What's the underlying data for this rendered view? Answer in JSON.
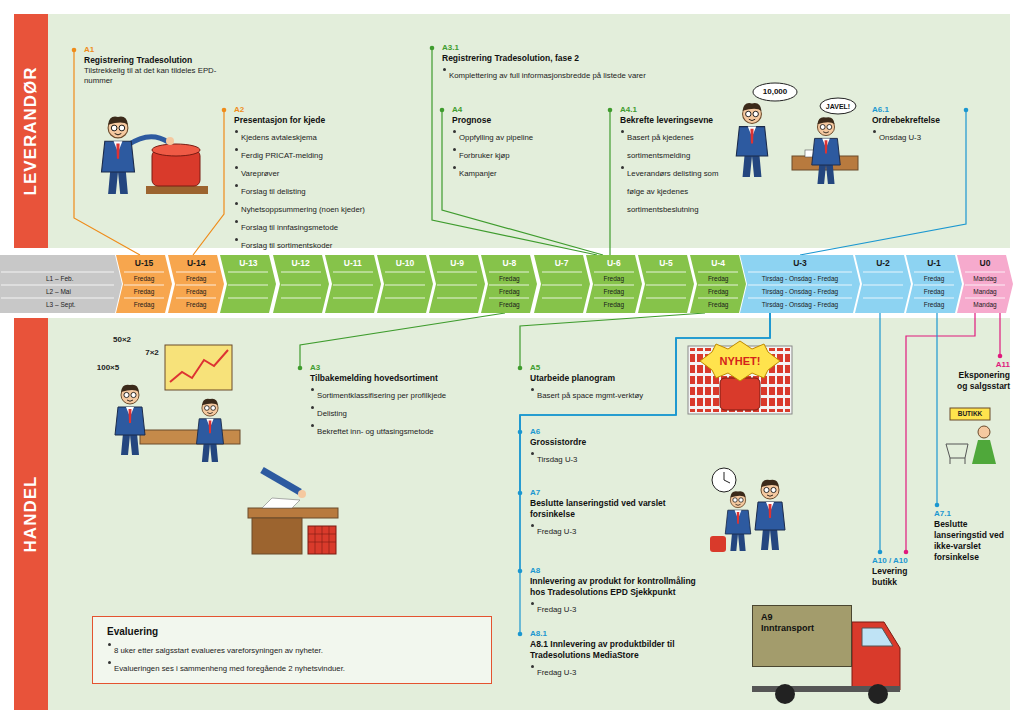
{
  "diagram": {
    "nodes": [
      {
        "text": [
          "LEVERANDØR"
        ]
      },
      {
        "text": [
          "A1",
          "Registrering Tradesolution",
          "Tilstrekkelig til at det kan tildeles EPD-nummer"
        ]
      },
      {
        "text": [
          "A2",
          "Presentasjon for kjede",
          "Kjedens avtaleskjema",
          "Ferdig PRICAT-melding",
          "Vareprøver",
          "Forslag til delisting",
          "Nyhetsoppsummering (noen kjeder)",
          "Forslag til innfasingsmetode",
          "Forslag til sortimentskoder"
        ]
      },
      {
        "text": [
          "A3.1",
          "Registrering Tradesolution, fase 2",
          "Komplettering av full informasjonsbredde på listede varer"
        ]
      },
      {
        "text": [
          "A4",
          "Prognose",
          "Oppfylling av pipeline",
          "Forbruker kjøp",
          "Kampanjer"
        ]
      },
      {
        "text": [
          "A4.1",
          "Bekrefte leveringsevne",
          "Basert på kjedenes sortimentsmelding",
          "Leverandørs delisting som følge av kjedenes sortimentsbeslutning"
        ]
      },
      {
        "text": [
          "A6.1",
          "Ordrebekreftelse",
          "Onsdag U-3"
        ]
      },
      {
        "text": [
          "L1 – Feb.",
          "L2 – Mai",
          "L3 – Sept."
        ]
      },
      {
        "text": [
          "U-15",
          "Fredag",
          "Fredag",
          "Fredag"
        ]
      },
      {
        "text": [
          "U-14",
          "Fredag",
          "Fredag",
          "Fredag"
        ]
      },
      {
        "text": [
          "U-13"
        ]
      },
      {
        "text": [
          "U-12"
        ]
      },
      {
        "text": [
          "U-11"
        ]
      },
      {
        "text": [
          "U-10"
        ]
      },
      {
        "text": [
          "U-9"
        ]
      },
      {
        "text": [
          "U-8",
          "Fredag",
          "Fredag",
          "Fredag"
        ]
      },
      {
        "text": [
          "U-7"
        ]
      },
      {
        "text": [
          "U-6",
          "Fredag",
          "Fredag",
          "Fredag"
        ]
      },
      {
        "text": [
          "U-5"
        ]
      },
      {
        "text": [
          "U-4",
          "Fredag",
          "Fredag",
          "Fredag"
        ]
      },
      {
        "text": [
          "U-3",
          "Tirsdag - Onsdag - Fredag",
          "Tirsdag - Onsdag - Fredag",
          "Tirsdag - Onsdag - Fredag"
        ]
      },
      {
        "text": [
          "U-2"
        ]
      },
      {
        "text": [
          "U-1",
          "Fredag",
          "Fredag",
          "Fredag"
        ]
      },
      {
        "text": [
          "U0",
          "Mandag",
          "Mandag",
          "Mandag"
        ]
      },
      {
        "text": [
          "HANDEL"
        ]
      },
      {
        "text": [
          "A3",
          "Tilbakemelding hovedsortiment",
          "Sortimentklassifisering per profilkjede",
          "Delisting",
          "Bekreftet inn- og utfasingsmetode"
        ]
      },
      {
        "text": [
          "A5",
          "Utarbeide planogram",
          "Basert på space mgmt-verktøy"
        ]
      },
      {
        "text": [
          "A11",
          "Eksponering og salgsstart"
        ]
      },
      {
        "text": [
          "A6",
          "Grossistordre",
          "Tirsdag U-3"
        ]
      },
      {
        "text": [
          "A7.1",
          "Beslutte lanseringstid ved ikke-varslet forsinkelse"
        ]
      },
      {
        "text": [
          "A7",
          "Beslutte lanseringstid ved varslet forsinkelse",
          "Fredag U-3"
        ]
      },
      {
        "text": [
          "A10 / A10",
          "Levering butikk"
        ]
      },
      {
        "text": [
          "A8",
          "Innlevering av produkt for kontrollmåling hos Tradesolutions EPD Sjekkpunkt",
          "Fredag U-3"
        ]
      },
      {
        "text": [
          "A8.1",
          "A8.1 Innlevering av produktbilder til Tradesolutions MediaStore",
          "Fredag U-3"
        ]
      },
      {
        "text": [
          "A9",
          "Inntransport"
        ]
      },
      {
        "text": [
          "Evaluering",
          "8 uker etter salgsstart evalueres vareforsyningen av nyheter.",
          "Evalueringen ses i sammenheng med foregående 2 nyhetsvinduer."
        ]
      }
    ],
    "edges": [
      {
        "from": 1,
        "to": 8,
        "arrow": "none"
      },
      {
        "from": 2,
        "to": 9,
        "arrow": "none"
      },
      {
        "from": 3,
        "to": 17,
        "arrow": "none"
      },
      {
        "from": 4,
        "to": 17,
        "arrow": "none"
      },
      {
        "from": 5,
        "to": 17,
        "arrow": "none"
      },
      {
        "from": 6,
        "to": 20,
        "arrow": "none"
      },
      {
        "from": 25,
        "to": 15,
        "arrow": "none"
      },
      {
        "from": 26,
        "to": 19,
        "arrow": "none"
      },
      {
        "from": 28,
        "to": 20,
        "arrow": "none"
      },
      {
        "from": 30,
        "to": 20,
        "arrow": "none"
      },
      {
        "from": 32,
        "to": 20,
        "arrow": "none"
      },
      {
        "from": 33,
        "to": 20,
        "arrow": "none"
      },
      {
        "from": 31,
        "to": 21,
        "arrow": "none"
      },
      {
        "from": 31,
        "to": 23,
        "arrow": "none"
      },
      {
        "from": 27,
        "to": 23,
        "arrow": "none"
      },
      {
        "from": 29,
        "to": 22,
        "arrow": "none"
      }
    ],
    "labels": [
      "10,000",
      "JAVEL!",
      "50×2",
      "7×2",
      "100×5",
      "NYHET!",
      "BUTIKK"
    ]
  }
}
